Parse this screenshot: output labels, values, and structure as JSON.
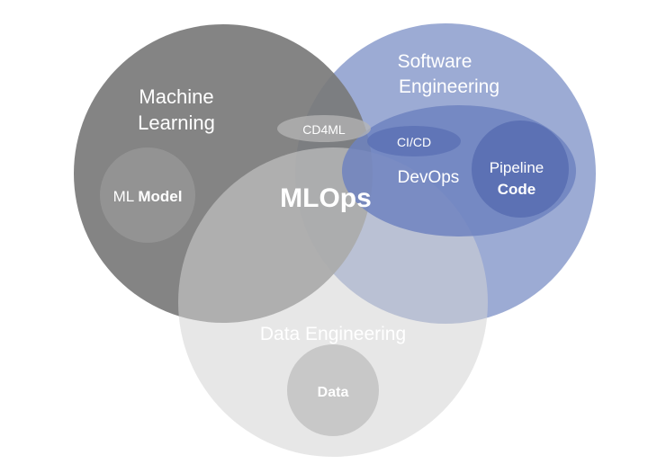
{
  "circles": {
    "machine_learning": {
      "label_line1": "Machine",
      "label_line2": "Learning",
      "color": "#7a7a7a"
    },
    "software_engineering": {
      "label_line1": "Software",
      "label_line2": "Engineering",
      "color": "#8e9fce"
    },
    "data_engineering": {
      "label": "Data Engineering",
      "color": "#d4d4d4"
    }
  },
  "inner": {
    "ml_model": {
      "prefix": "ML",
      "bold": "Model"
    },
    "cd4ml": "CD4ML",
    "cicd": "CI/CD",
    "devops": "DevOps",
    "pipeline_code": {
      "line1": "Pipeline",
      "line2": "Code"
    },
    "data": "Data",
    "center": "MLOps"
  },
  "colors": {
    "devops_ellipse": "#6f83c0",
    "pipeline_circle": "#5a6fb3",
    "inner_gray": "#9a9a9a",
    "data_circle": "#bdbdbd",
    "text_light": "#ffffff"
  }
}
